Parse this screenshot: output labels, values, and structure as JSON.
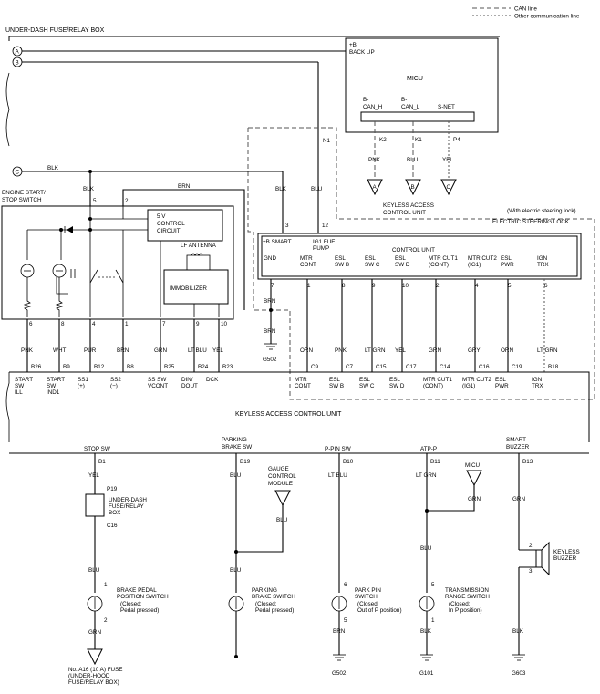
{
  "legend": {
    "can": "CAN line",
    "other": "Other communication line"
  },
  "underdash": "UNDER-DASH FUSE/RELAY BOX",
  "conn_a": "A",
  "conn_b": "B",
  "conn_c": "C",
  "micu": {
    "bup1": "+B",
    "bup2": "BACK UP",
    "title": "MICU",
    "canh1": "B-",
    "canh2": "CAN_H",
    "canl1": "B-",
    "canl2": "CAN_L",
    "snet": "S-NET",
    "n1": "N1",
    "k2": "K2",
    "k1": "K1",
    "p4": "P4",
    "w_pnk": "PNK",
    "w_blu": "BLU",
    "w_yel": "YEL",
    "a": "A",
    "b": "B",
    "c": "C",
    "kac1": "KEYLESS ACCESS",
    "kac2": "CONTROL UNIT"
  },
  "esl": {
    "note": "(With electric steering lock)",
    "title": "ELECTRIC STEERING LOCK",
    "cu": "CONTROL UNIT",
    "smart": "+B SMART",
    "ig1a": "IG1 FUEL",
    "ig1b": "PUMP",
    "labels": [
      [
        "GND",
        ""
      ],
      [
        "MTR",
        "CONT"
      ],
      [
        "ESL",
        "SW B"
      ],
      [
        "ESL",
        "SW C"
      ],
      [
        "ESL",
        "SW D"
      ],
      [
        "MTR CUT1",
        "(CONT)"
      ],
      [
        "MTR CUT2",
        "(IG1)"
      ],
      [
        "ESL",
        "PWR"
      ],
      [
        "IGN",
        "TRX"
      ]
    ],
    "pins": [
      "7",
      "1",
      "8",
      "9",
      "10",
      "2",
      "4",
      "5",
      "6"
    ],
    "pin3": "3",
    "pin12": "12"
  },
  "wires_top": {
    "blk_c": "BLK",
    "blk": "BLK",
    "brn": "BRN",
    "blk2": "BLK",
    "blu": "BLU"
  },
  "ess": {
    "title1": "ENGINE START/",
    "title2": "STOP SWITCH",
    "pin5": "5",
    "pin2": "2",
    "ctrl1": "5 V",
    "ctrl2": "CONTROL",
    "ctrl3": "CIRCUIT",
    "lf": "LF ANTENNA",
    "immo": "IMMOBILIZER",
    "pins": [
      "6",
      "8",
      "4",
      "1",
      "7",
      "9",
      "10"
    ]
  },
  "mid_wires": [
    "PNK",
    "WHT",
    "PUR",
    "BRN",
    "GRN",
    "LT BLU",
    "YEL"
  ],
  "gnd": {
    "brn1": "BRN",
    "brn2": "BRN",
    "g502": "G502"
  },
  "esl_wires": [
    "ORN",
    "PNK",
    "LT GRN",
    "YEL",
    "GRN",
    "GRY",
    "ORN",
    "LT GRN"
  ],
  "kac_pins": [
    "B26",
    "B9",
    "B12",
    "B8",
    "B25",
    "B24",
    "B23",
    "C9",
    "C7",
    "C15",
    "C17",
    "C14",
    "C16",
    "C19",
    "B18"
  ],
  "kac_labels": [
    [
      "START",
      "SW",
      "ILL"
    ],
    [
      "START",
      "SW",
      "IND1"
    ],
    [
      "SS1",
      "(+)",
      ""
    ],
    [
      "SS2",
      "(−)",
      ""
    ],
    [
      "SS SW",
      "VCONT",
      ""
    ],
    [
      "DIN/",
      "DOUT",
      ""
    ],
    [
      "DCK",
      "",
      ""
    ],
    [
      "MTR",
      "CONT",
      ""
    ],
    [
      "ESL",
      "SW B",
      ""
    ],
    [
      "ESL",
      "SW C",
      ""
    ],
    [
      "ESL",
      "SW D",
      ""
    ],
    [
      "MTR CUT1",
      "(CONT)",
      ""
    ],
    [
      "MTR CUT2",
      "(IG1)",
      ""
    ],
    [
      "ESL",
      "PWR",
      ""
    ],
    [
      "IGN",
      "TRX",
      ""
    ]
  ],
  "kac_title": "KEYLESS ACCESS CONTROL UNIT",
  "bottom": {
    "stopsw": "STOP SW",
    "b1": "B1",
    "yel": "YEL",
    "p19": "P19",
    "ud1": "UNDER-DASH",
    "ud2": "FUSE/RELAY",
    "ud3": "BOX",
    "c16": "C16",
    "blu": "BLU",
    "n1": "1",
    "n2": "2",
    "bp1": "BRAKE PEDAL",
    "bp2": "POSITION SWITCH",
    "bp3": "(Closed:",
    "bp4": "Pedal pressed)",
    "grn": "GRN",
    "fuse1": "No. A16 (10 A) FUSE",
    "fuse2": "(UNDER-HOOD",
    "fuse3": "FUSE/RELAY BOX)",
    "pb1": "PARKING",
    "pb2": "BRAKE SW",
    "b19": "B19",
    "pblu": "BLU",
    "gcm1": "GAUGE",
    "gcm2": "CONTROL",
    "gcm3": "MODULE",
    "gblu": "BLU",
    "pblu2": "BLU",
    "pbs1": "PARKING",
    "pbs2": "BRAKE SWITCH",
    "pbs3": "(Closed:",
    "pbs4": "Pedal pressed)",
    "ppin": "P-PIN SW",
    "b10": "B10",
    "ltblu": "LT BLU",
    "p6": "6",
    "p5": "5",
    "pps1": "PARK PIN",
    "pps2": "SWITCH",
    "pps3": "(Closed:",
    "pps4": "Out of P position)",
    "pbrn": "BRN",
    "g502": "G502",
    "atp": "ATP-P",
    "b11": "B11",
    "ltgrn": "LT GRN",
    "micu": "MICU",
    "mgrn": "GRN",
    "tblu": "BLU",
    "t5": "5",
    "t1": "1",
    "trs1": "TRANSMISSION",
    "trs2": "RANGE SWITCH",
    "trs3": "(Closed:",
    "trs4": "In P position)",
    "tblk": "BLK",
    "g101": "G101",
    "sb1": "SMART",
    "sb2": "BUZZER",
    "b13": "B13",
    "sgrn": "GRN",
    "s2": "2",
    "s3": "3",
    "kb1": "KEYLESS",
    "kb2": "BUZZER",
    "sblk": "BLK",
    "g603": "G603"
  }
}
